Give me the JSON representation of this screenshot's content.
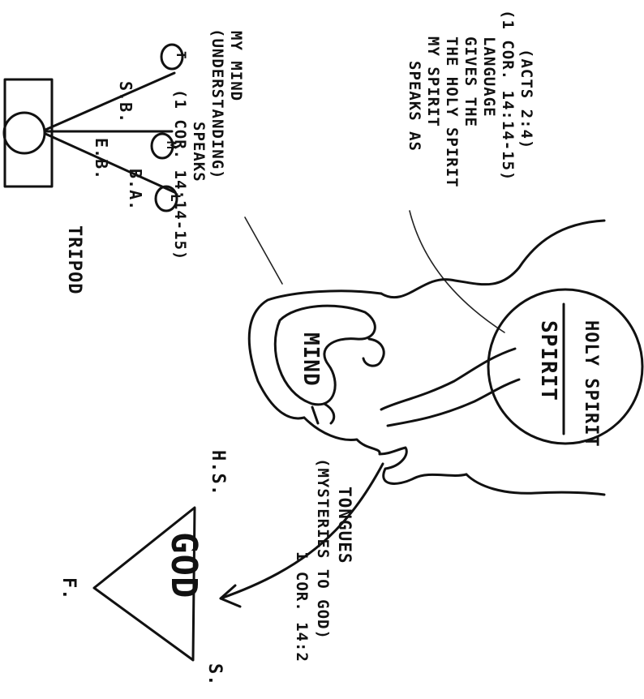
{
  "tripod": {
    "title": "TRIPOD",
    "legs": [
      {
        "letter": "T",
        "label": "S.B."
      },
      {
        "letter": "M",
        "label": "E.B."
      },
      {
        "letter": "L",
        "label": "B.A."
      }
    ]
  },
  "mind_note": [
    "MY MIND",
    "(UNDERSTANDING)",
    "SPEAKS",
    "(1 COR. 14:14-15)"
  ],
  "spirit_note": [
    "MY SPIRIT",
    "SPEAKS AS",
    "THE HOLY SPIRIT",
    "GIVES THE",
    "LANGUAGE",
    "(1 COR. 14:14-15)",
    "(ACTS 2:4)"
  ],
  "head": {
    "mind_label": "MIND",
    "spirit_label": "SPIRIT",
    "holy_spirit_label": "HOLY SPIRIT"
  },
  "tongues": {
    "label": "TONGUES",
    "subtitle": "(MYSTERIES TO GOD)",
    "ref": "1 COR. 14:2"
  },
  "trinity": {
    "center": "GOD",
    "corners": {
      "father": "F.",
      "son": "S.",
      "holy_spirit": "H.S."
    }
  }
}
